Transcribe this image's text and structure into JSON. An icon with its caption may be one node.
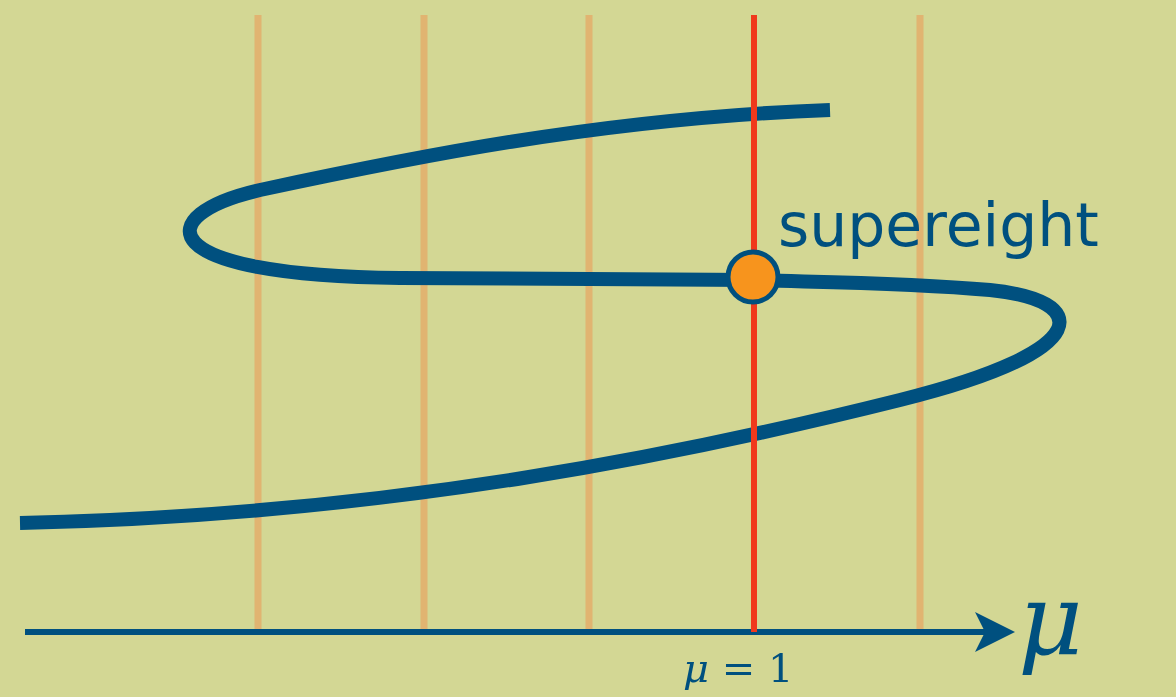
{
  "diagram": {
    "labels": [
      "supereight",
      "μ",
      "*μ* = 1"
    ]
  }
}
